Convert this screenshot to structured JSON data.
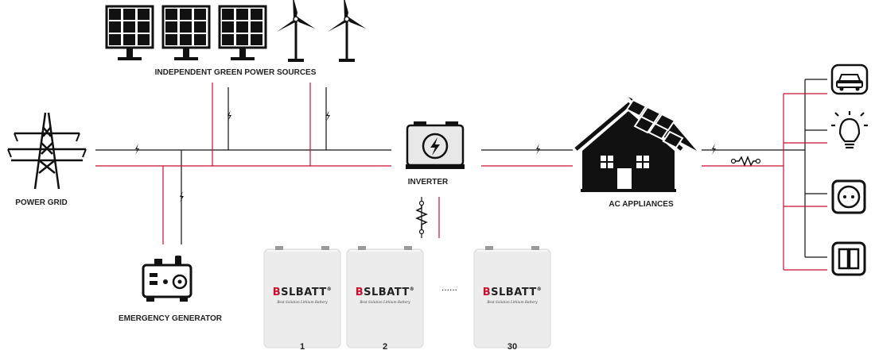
{
  "labels": {
    "green_sources": "INDEPENDENT GREEN POWER SOURCES",
    "power_grid": "POWER GRID",
    "inverter": "INVERTER",
    "ac_appliances": "AC APPLIANCES",
    "emergency_generator": "EMERGENCY GENERATOR"
  },
  "batteries": {
    "brand": "BSLBATT",
    "brand_red_part": "B",
    "brand_rest": "SLBATT",
    "registered": "®",
    "tagline": "Best Solution Lithium Battery",
    "numbers": [
      "1",
      "2",
      "30"
    ],
    "ellipsis": "......"
  },
  "colors": {
    "dc_line": "#c8102e",
    "ac_line": "#111111",
    "battery_body": "#ececec"
  },
  "icons": [
    "solar-panel-icon",
    "wind-turbine-icon",
    "transmission-tower-icon",
    "inverter-icon",
    "house-solar-icon",
    "generator-icon",
    "car-icon",
    "light-bulb-icon",
    "wall-socket-icon",
    "light-switch-icon",
    "lightning-icon",
    "resistor-icon"
  ]
}
